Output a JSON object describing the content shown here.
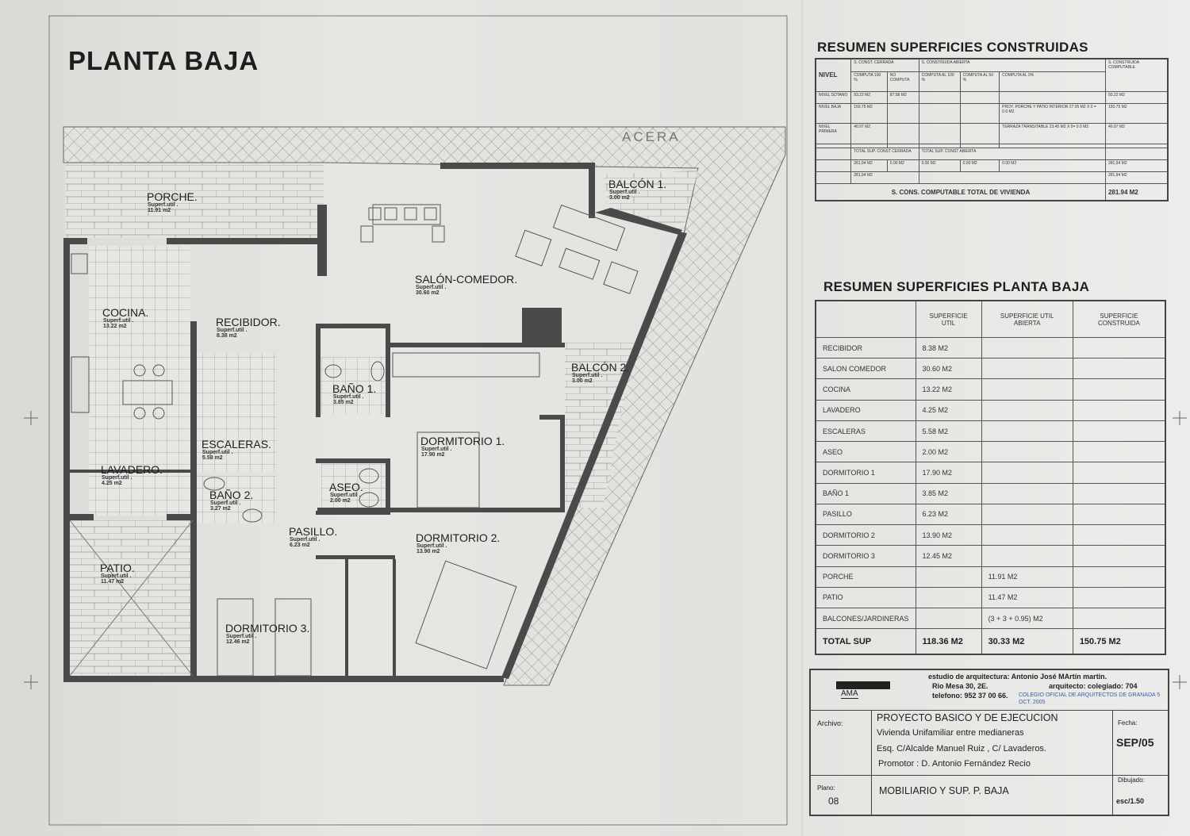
{
  "title": "PLANTA BAJA",
  "acera_label": "ACERA",
  "rooms": [
    {
      "name": "PORCHE.",
      "sub": "Superf.util .",
      "area": "11.91 m2"
    },
    {
      "name": "BALCÓN 1.",
      "sub": "Superf.util .",
      "area": "3.00 m2"
    },
    {
      "name": "SALÓN-COMEDOR.",
      "sub": "Superf.util .",
      "area": "30.60 m2"
    },
    {
      "name": "COCINA.",
      "sub": "Superf.util .",
      "area": "13.22 m2"
    },
    {
      "name": "RECIBIDOR.",
      "sub": "Superf.util .",
      "area": "8.38 m2"
    },
    {
      "name": "BAÑO 1.",
      "sub": "Superf.util .",
      "area": "3.85 m2"
    },
    {
      "name": "BALCÓN 2.",
      "sub": "Superf.util .",
      "area": "3.00 m2"
    },
    {
      "name": "DORMITORIO 1.",
      "sub": "Superf.util .",
      "area": "17.90 m2"
    },
    {
      "name": "ESCALERAS.",
      "sub": "Superf.util .",
      "area": "5.58 m2"
    },
    {
      "name": "LAVADERO.",
      "sub": "Superf.util .",
      "area": "4.25 m2"
    },
    {
      "name": "ASEO.",
      "sub": "Superf.util .",
      "area": "2.00 m2"
    },
    {
      "name": "BAÑO 2.",
      "sub": "Superf.util .",
      "area": "3.27 m2"
    },
    {
      "name": "PASILLO.",
      "sub": "Superf.util .",
      "area": "6.23 m2"
    },
    {
      "name": "DORMITORIO 2.",
      "sub": "Superf.util .",
      "area": "13.90 m2"
    },
    {
      "name": "PATIO.",
      "sub": "Superf.util .",
      "area": "11.47 m2"
    },
    {
      "name": "DORMITORIO 3.",
      "sub": "Superf.util .",
      "area": "12.46 m2"
    }
  ],
  "construidas": {
    "title": "RESUMEN SUPERFICIES CONSTRUIDAS",
    "nivel": "NIVEL",
    "cerrada": "S. CONST. CERRADA",
    "abierta": "S. CONSTRUIDA ABIERTA",
    "computable": "S. CONSTRUIDA COMPUTABLE",
    "subheaders": [
      "COMPUTA 100 %",
      "NO COMPUTA",
      "COMPUTA AL 100 %",
      "COMPUTA AL 50 %",
      "COMPUTA AL 0%"
    ],
    "rows": [
      [
        "NIVEL SOTANO",
        "93.22 M2",
        "87.58 M2",
        "",
        "",
        "",
        "93.22 M2"
      ],
      [
        "NIVEL BAJA",
        "150.75 M2",
        "",
        "",
        "",
        "PROY. PORCHE Y PATIO INTERIOR  27.05 M2 X 0 = 0.0 M2",
        "150.75 M2"
      ],
      [
        "NIVEL PRIMERA",
        "40.97 M2",
        "",
        "",
        "",
        "TERRAZA TRANSITABLE 23.45 M2 X 0= 0.0 M2",
        "40.97 M2"
      ],
      [
        "",
        "",
        "",
        "",
        "",
        "",
        ""
      ]
    ],
    "total_cerrada_label": "TOTAL SUP. CONST CERRADA",
    "total_abierta_label": "TOTAL SUP. CONST ABIERTA",
    "totals": [
      "281,94 M2",
      "0.00 M2",
      "0.00 M2",
      "0.00 M2",
      "0.00 M2",
      "281,94 M2"
    ],
    "sum_cerrada": "281,94 M2",
    "sum_computable": "281,94 M2",
    "footer_label": "S. CONS. COMPUTABLE TOTAL DE VIVIENDA",
    "footer_value": "281.94 M2"
  },
  "planta_baja": {
    "title": "RESUMEN SUPERFICIES PLANTA BAJA",
    "headers": [
      "",
      "SUPERFICIE UTIL",
      "SUPERFICIE UTIL ABIERTA",
      "SUPERFICIE CONSTRUIDA"
    ],
    "rows": [
      [
        "RECIBIDOR",
        "8.38 M2",
        "",
        ""
      ],
      [
        "SALON COMEDOR",
        "30.60 M2",
        "",
        ""
      ],
      [
        "COCINA",
        "13.22 M2",
        "",
        ""
      ],
      [
        "LAVADERO",
        "4.25 M2",
        "",
        ""
      ],
      [
        "ESCALERAS",
        "5.58 M2",
        "",
        ""
      ],
      [
        "ASEO",
        "2.00 M2",
        "",
        ""
      ],
      [
        "DORMITORIO 1",
        "17.90 M2",
        "",
        ""
      ],
      [
        "BAÑO 1",
        "3.85 M2",
        "",
        ""
      ],
      [
        "PASILLO",
        "6.23 M2",
        "",
        ""
      ],
      [
        "DORMITORIO 2",
        "13.90 M2",
        "",
        ""
      ],
      [
        "DORMITORIO 3",
        "12.45 M2",
        "",
        ""
      ],
      [
        "PORCHE",
        "",
        "11.91 M2",
        ""
      ],
      [
        "PATIO",
        "",
        "11.47 M2",
        ""
      ],
      [
        "BALCONES/JARDINERAS",
        "",
        "(3 + 3 + 0.95) M2",
        ""
      ]
    ],
    "total": [
      "TOTAL SUP",
      "118.36 M2",
      "30.33  M2",
      "150.75 M2"
    ]
  },
  "title_block": {
    "logo": "AMA",
    "studio_line": "estudio de arquitectura:  Antonio José MArtín martin.",
    "address": "Rio Mesa 30, 2E.",
    "role": "arquitecto:   colegiado: 704",
    "phone": "telefono: 952 37 00 66.",
    "stamp": "COLEGIO OFICIAL DE ARQUITECTOS DE GRANADA  5 OCT. 2005",
    "archivo_label": "Archivo:",
    "project_lines": [
      "PROYECTO BASICO Y DE EJECUCION",
      "Vivienda Unifamiliar entre medianeras",
      "Esq. C/Alcalde Manuel Ruiz , C/ Lavaderos.",
      "Promotor : D. Antonio Fernández Recio"
    ],
    "fecha_label": "Fecha:",
    "fecha": "SEP/05",
    "plano_label": "Plano:",
    "plano": "08",
    "plano_title": "MOBILIARIO Y SUP. P. BAJA",
    "dibujado_label": "Dibujado:",
    "escala": "esc/1.50"
  },
  "colors": {
    "paper": "#e4e4e1",
    "wall": "#4a4a4a",
    "line": "#555555",
    "stamp": "#3b5aa8"
  }
}
